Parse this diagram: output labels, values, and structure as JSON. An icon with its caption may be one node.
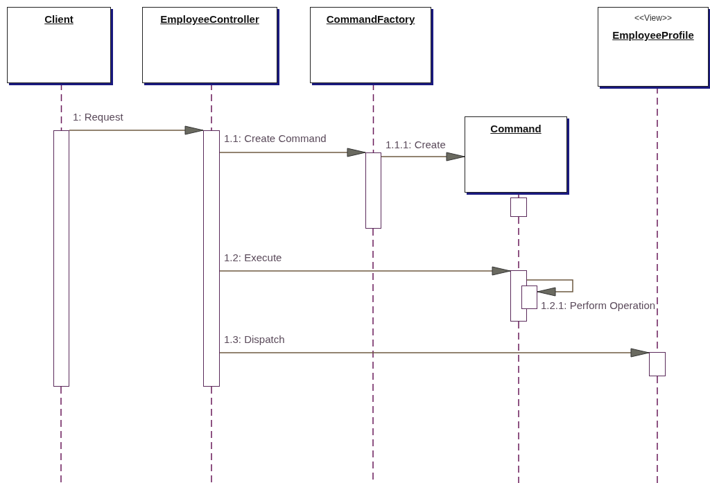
{
  "diagram": {
    "nodes": [
      {
        "text": [
          "Client"
        ]
      },
      {
        "text": [
          "EmployeeController"
        ]
      },
      {
        "text": [
          "CommandFactory"
        ]
      },
      {
        "text": [
          "<<View>>",
          "EmployeeProfile"
        ]
      },
      {
        "text": [
          "Command"
        ]
      },
      {
        "text": [],
        "shape": "bar"
      },
      {
        "text": [],
        "shape": "bar"
      },
      {
        "text": [],
        "shape": "bar"
      },
      {
        "text": [],
        "shape": "bar"
      },
      {
        "text": [],
        "shape": "bar"
      },
      {
        "text": [],
        "shape": "bar"
      },
      {
        "text": [],
        "shape": "bar"
      }
    ],
    "edges": [
      {
        "from": 0,
        "to": 5,
        "arrow": "none",
        "style": "dashed"
      },
      {
        "from": 1,
        "to": 6,
        "arrow": "none",
        "style": "dashed"
      },
      {
        "from": 2,
        "to": 7,
        "arrow": "none",
        "style": "dashed"
      },
      {
        "from": 4,
        "to": 8,
        "arrow": "none",
        "style": "dashed"
      },
      {
        "from": 8,
        "to": 9,
        "arrow": "none",
        "style": "dashed"
      },
      {
        "from": 3,
        "to": 11,
        "arrow": "none",
        "style": "dashed"
      },
      {
        "from": 5,
        "to": 6,
        "arrow": "to",
        "label": "1: Request"
      },
      {
        "from": 6,
        "to": 7,
        "arrow": "to",
        "label": "1.1: Create Command"
      },
      {
        "from": 7,
        "to": 4,
        "arrow": "to",
        "label": "1.1.1: Create"
      },
      {
        "from": 6,
        "to": 9,
        "arrow": "to",
        "label": "1.2: Execute"
      },
      {
        "from": 9,
        "to": 10,
        "arrow": "to",
        "label": "1.2.1: Perform Operation"
      },
      {
        "from": 6,
        "to": 11,
        "arrow": "to",
        "label": "1.3: Dispatch"
      }
    ]
  }
}
